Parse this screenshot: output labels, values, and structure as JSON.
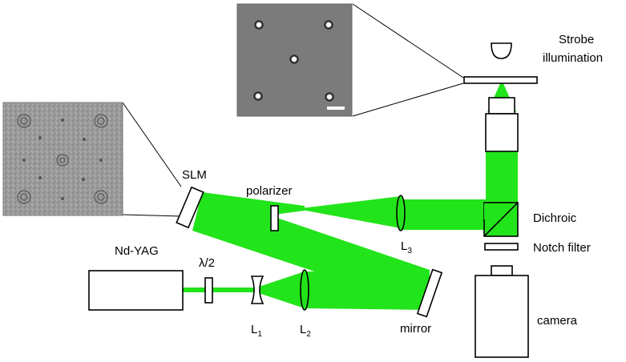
{
  "labels": {
    "strobe_line1": "Strobe",
    "strobe_line2": "illumination",
    "slm": "SLM",
    "polarizer": "polarizer",
    "dichroic": "Dichroic",
    "notch_filter": "Notch filter",
    "nd_yag": "Nd-YAG",
    "half_wave": "λ/2",
    "l1": "L",
    "l1_sub": "1",
    "l2": "L",
    "l2_sub": "2",
    "l3": "L",
    "l3_sub": "3",
    "mirror": "mirror",
    "camera": "camera"
  },
  "colors": {
    "beam": "#22e41a",
    "outline": "#000000",
    "micrograph_bg": "#7b7b7b",
    "hologram_bg": "#9a9a9a"
  }
}
